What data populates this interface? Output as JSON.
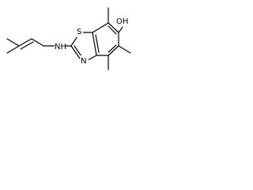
{
  "molecule": {
    "atoms": {
      "oh": "OH",
      "s": "S",
      "n_ring": "N",
      "nh": "NH"
    },
    "line_color": "#000000",
    "background": "#ffffff"
  }
}
